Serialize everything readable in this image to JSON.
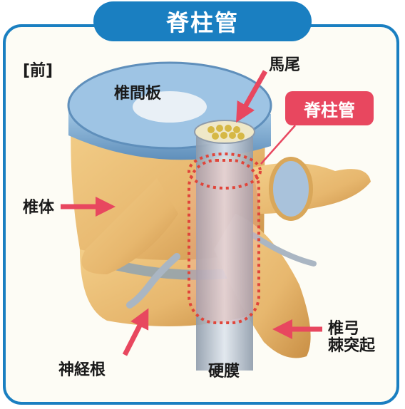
{
  "title": "脊柱管",
  "labels": {
    "front": "[前]",
    "disc": "椎間板",
    "cauda_equina": "馬尾",
    "spinal_canal": "脊柱管",
    "vertebral_body": "椎体",
    "nerve_root": "神経根",
    "dura": "硬膜",
    "arch": "椎弓",
    "spinous_process": "棘突起"
  },
  "colors": {
    "frame": "#1a7fc1",
    "arrow": "#e8475f",
    "bone": "#e7b76e",
    "disc": "#79a9cf",
    "dural_sac": "#aab6c3"
  }
}
